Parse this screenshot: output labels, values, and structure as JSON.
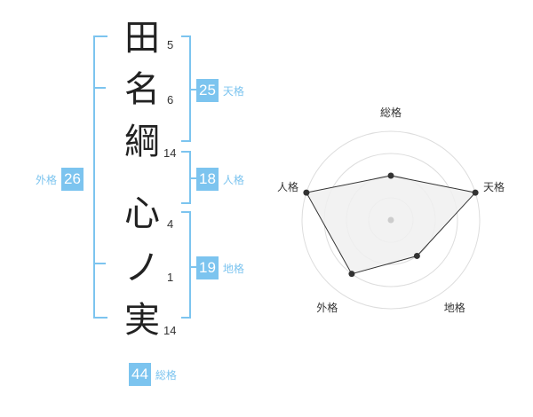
{
  "name": {
    "characters": [
      {
        "char": "田",
        "strokes": "5"
      },
      {
        "char": "名",
        "strokes": "6"
      },
      {
        "char": "綱",
        "strokes": "14"
      },
      {
        "char": "心",
        "strokes": "4"
      },
      {
        "char": "ノ",
        "strokes": "1"
      },
      {
        "char": "実",
        "strokes": "14"
      }
    ]
  },
  "scores": {
    "tenkaku": {
      "value": "25",
      "label": "天格"
    },
    "jinkaku": {
      "value": "18",
      "label": "人格"
    },
    "chikaku": {
      "value": "19",
      "label": "地格"
    },
    "gaikaku": {
      "value": "26",
      "label": "外格"
    },
    "soukaku": {
      "value": "44",
      "label": "総格"
    }
  },
  "colors": {
    "accent": "#7cc4ef",
    "bracket": "#7cc4ef",
    "text": "#222222",
    "ring": "#dddddd",
    "polygon_fill": "#f0f0f0",
    "polygon_stroke": "#333333"
  },
  "chart_data": {
    "type": "radar",
    "axes": [
      "総格",
      "天格",
      "地格",
      "外格",
      "人格"
    ],
    "values": [
      0.5,
      1.0,
      0.5,
      0.75,
      1.0
    ],
    "range": [
      0,
      1
    ],
    "rings": 4,
    "grid": true
  }
}
